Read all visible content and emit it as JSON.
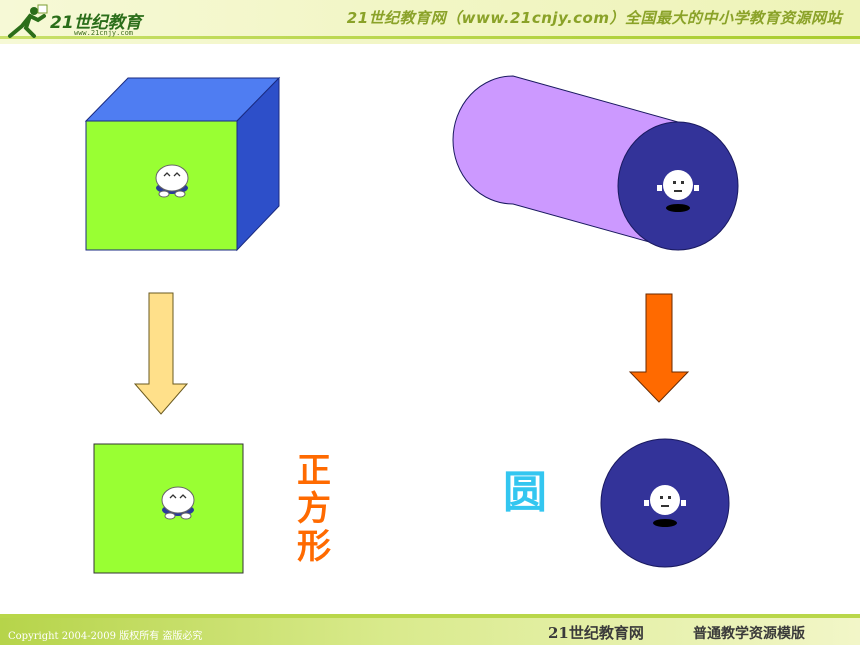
{
  "header": {
    "logo_text": "21世纪教育",
    "logo_url": "www.21cnjy.com",
    "tagline": "21世纪教育网（www.21cnjy.com）全国最大的中小学教育资源网站"
  },
  "shapes": {
    "cube": "cube-with-mascot",
    "cylinder": "cylinder-with-mascot",
    "square_face": "square-face",
    "circle_face": "circle-face"
  },
  "labels": {
    "square": [
      "正",
      "方",
      "形"
    ],
    "circle": "圆"
  },
  "colors": {
    "cube_front": "#99ff33",
    "cube_top": "#4f7df2",
    "cube_side": "#2d4fc9",
    "cylinder_body": "#cc99ff",
    "circle_fill": "#333399",
    "arrow_left": "#ffe08a",
    "arrow_right": "#ff6a00",
    "label_square": "#ff6a00",
    "label_circle": "#33c6f0"
  },
  "footer": {
    "copyright": "Copyright 2004-2009 版权所有 盗版必究",
    "brand": "21世纪教育网",
    "template": "普通教学资源模版"
  }
}
